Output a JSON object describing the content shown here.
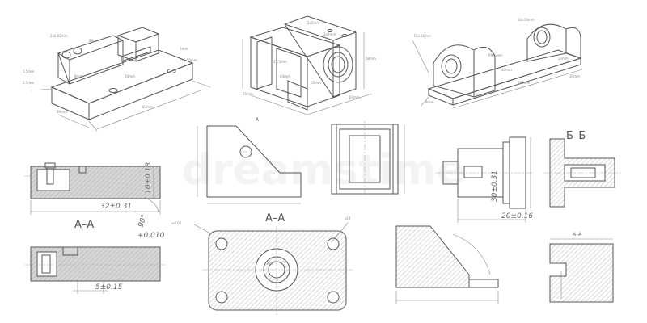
{
  "watermark": "dreamstime",
  "iso_views": {
    "vise": {
      "dims": [
        "2xb.82mm",
        "86mm",
        "1,5mm",
        "2,5mm",
        "7mm",
        "2x5.50mm",
        "87mm",
        "50mm",
        "30mm",
        "8mm"
      ]
    },
    "block": {
      "dims": [
        "2x5mm",
        "2x4mm",
        "17,5mm",
        "84mm",
        "55mm",
        "64mm",
        "70mm",
        "58mm"
      ],
      "label": "A"
    },
    "bracket": {
      "dims": [
        "Dia.16mm",
        "Dia.10mm",
        "R9,5mm",
        "40mm",
        "8mm",
        "30mm",
        "190mm",
        "33mm"
      ]
    }
  },
  "views": {
    "front_a": {
      "dims": [
        "32±0.31",
        "10±0.18",
        "90°"
      ]
    },
    "section_aa_left": {
      "label": "A–A",
      "tolerance": "+0.010"
    },
    "front_b": {
      "dims": [
        "5±0.15"
      ]
    },
    "plate": {
      "label": "A–A",
      "dims": [
        "ø10",
        "ø14",
        "±0.05"
      ]
    },
    "shaft_section": {
      "label": "Б–Б"
    },
    "shaft": {
      "dims": [
        "20±0.16",
        "30±0.31"
      ]
    },
    "small_section": {
      "label": "А–А"
    }
  }
}
